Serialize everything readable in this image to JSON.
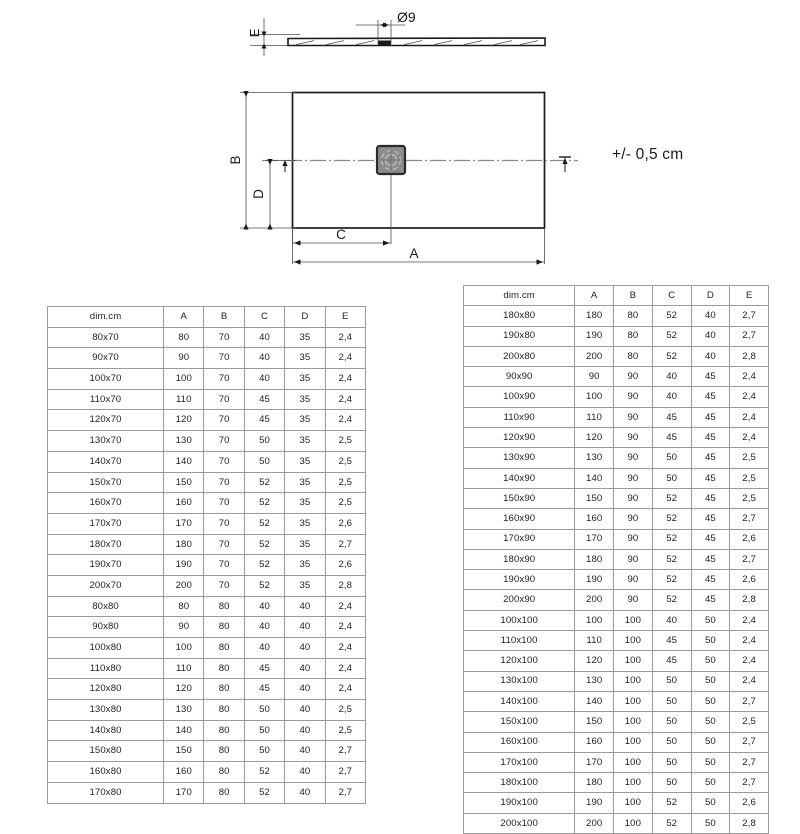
{
  "drawing": {
    "labels": {
      "thickness": "E",
      "drain_diameter": "Ø9",
      "width": "B",
      "drain_offset_y": "D",
      "drain_offset_x": "C",
      "length": "A"
    },
    "tolerance_note": "+/- 0,5 cm",
    "icon_names": {
      "drain": "drain-grate-icon",
      "centerline": "centerline-icon"
    }
  },
  "tables": {
    "columns": [
      "dim.cm",
      "A",
      "B",
      "C",
      "D",
      "E"
    ],
    "left": {
      "header": [
        "dim.cm",
        "A",
        "B",
        "C",
        "D",
        "E"
      ],
      "rows": [
        [
          "80x70",
          "80",
          "70",
          "40",
          "35",
          "2,4"
        ],
        [
          "90x70",
          "90",
          "70",
          "40",
          "35",
          "2,4"
        ],
        [
          "100x70",
          "100",
          "70",
          "40",
          "35",
          "2,4"
        ],
        [
          "110x70",
          "110",
          "70",
          "45",
          "35",
          "2,4"
        ],
        [
          "120x70",
          "120",
          "70",
          "45",
          "35",
          "2,4"
        ],
        [
          "130x70",
          "130",
          "70",
          "50",
          "35",
          "2,5"
        ],
        [
          "140x70",
          "140",
          "70",
          "50",
          "35",
          "2,5"
        ],
        [
          "150x70",
          "150",
          "70",
          "52",
          "35",
          "2,5"
        ],
        [
          "160x70",
          "160",
          "70",
          "52",
          "35",
          "2,5"
        ],
        [
          "170x70",
          "170",
          "70",
          "52",
          "35",
          "2,6"
        ],
        [
          "180x70",
          "180",
          "70",
          "52",
          "35",
          "2,7"
        ],
        [
          "190x70",
          "190",
          "70",
          "52",
          "35",
          "2,6"
        ],
        [
          "200x70",
          "200",
          "70",
          "52",
          "35",
          "2,8"
        ],
        [
          "80x80",
          "80",
          "80",
          "40",
          "40",
          "2,4"
        ],
        [
          "90x80",
          "90",
          "80",
          "40",
          "40",
          "2,4"
        ],
        [
          "100x80",
          "100",
          "80",
          "40",
          "40",
          "2,4"
        ],
        [
          "110x80",
          "110",
          "80",
          "45",
          "40",
          "2,4"
        ],
        [
          "120x80",
          "120",
          "80",
          "45",
          "40",
          "2,4"
        ],
        [
          "130x80",
          "130",
          "80",
          "50",
          "40",
          "2,5"
        ],
        [
          "140x80",
          "140",
          "80",
          "50",
          "40",
          "2,5"
        ],
        [
          "150x80",
          "150",
          "80",
          "50",
          "40",
          "2,7"
        ],
        [
          "160x80",
          "160",
          "80",
          "52",
          "40",
          "2,7"
        ],
        [
          "170x80",
          "170",
          "80",
          "52",
          "40",
          "2,7"
        ]
      ]
    },
    "right": {
      "header": [
        "dim.cm",
        "A",
        "B",
        "C",
        "D",
        "E"
      ],
      "rows": [
        [
          "180x80",
          "180",
          "80",
          "52",
          "40",
          "2,7"
        ],
        [
          "190x80",
          "190",
          "80",
          "52",
          "40",
          "2,7"
        ],
        [
          "200x80",
          "200",
          "80",
          "52",
          "40",
          "2,8"
        ],
        [
          "90x90",
          "90",
          "90",
          "40",
          "45",
          "2,4"
        ],
        [
          "100x90",
          "100",
          "90",
          "40",
          "45",
          "2,4"
        ],
        [
          "110x90",
          "110",
          "90",
          "45",
          "45",
          "2,4"
        ],
        [
          "120x90",
          "120",
          "90",
          "45",
          "45",
          "2,4"
        ],
        [
          "130x90",
          "130",
          "90",
          "50",
          "45",
          "2,5"
        ],
        [
          "140x90",
          "140",
          "90",
          "50",
          "45",
          "2,5"
        ],
        [
          "150x90",
          "150",
          "90",
          "52",
          "45",
          "2,5"
        ],
        [
          "160x90",
          "160",
          "90",
          "52",
          "45",
          "2,7"
        ],
        [
          "170x90",
          "170",
          "90",
          "52",
          "45",
          "2,6"
        ],
        [
          "180x90",
          "180",
          "90",
          "52",
          "45",
          "2,7"
        ],
        [
          "190x90",
          "190",
          "90",
          "52",
          "45",
          "2,6"
        ],
        [
          "200x90",
          "200",
          "90",
          "52",
          "45",
          "2,8"
        ],
        [
          "100x100",
          "100",
          "100",
          "40",
          "50",
          "2,4"
        ],
        [
          "110x100",
          "110",
          "100",
          "45",
          "50",
          "2,4"
        ],
        [
          "120x100",
          "120",
          "100",
          "45",
          "50",
          "2,4"
        ],
        [
          "130x100",
          "130",
          "100",
          "50",
          "50",
          "2,4"
        ],
        [
          "140x100",
          "140",
          "100",
          "50",
          "50",
          "2,7"
        ],
        [
          "150x100",
          "150",
          "100",
          "50",
          "50",
          "2,5"
        ],
        [
          "160x100",
          "160",
          "100",
          "50",
          "50",
          "2,7"
        ],
        [
          "170x100",
          "170",
          "100",
          "50",
          "50",
          "2,7"
        ],
        [
          "180x100",
          "180",
          "100",
          "50",
          "50",
          "2,7"
        ],
        [
          "190x100",
          "190",
          "100",
          "52",
          "50",
          "2,6"
        ],
        [
          "200x100",
          "200",
          "100",
          "52",
          "50",
          "2,8"
        ]
      ]
    }
  },
  "colors": {
    "line": "#1a1a1a",
    "dimension": "#4d4d4d",
    "grid": "#9b9b9b",
    "drain_fill": "#8c8c8c",
    "drain_border": "#2b2b2b"
  }
}
